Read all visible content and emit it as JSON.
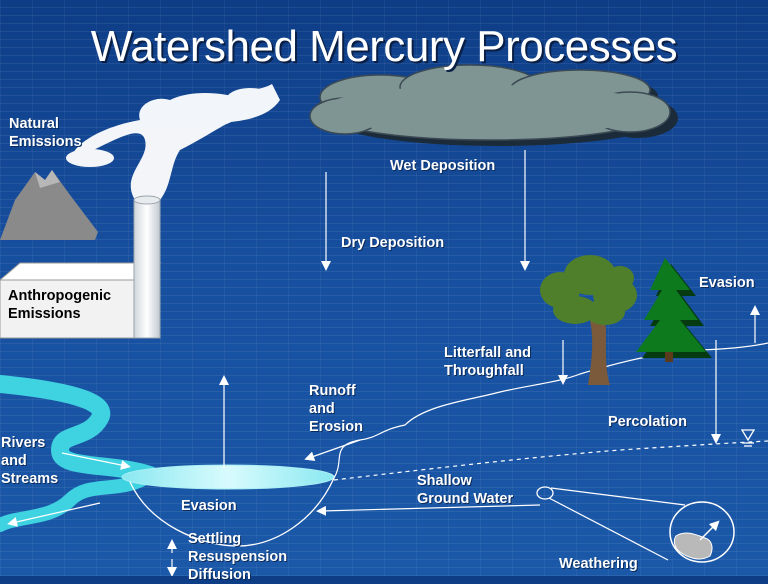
{
  "title": "Watershed Mercury Processes",
  "labels": {
    "natural_emissions": [
      "Natural",
      "Emissions"
    ],
    "anthropogenic_emissions": [
      "Anthropogenic",
      "Emissions"
    ],
    "wet_deposition": "Wet Deposition",
    "dry_deposition": "Dry Deposition",
    "evasion_land": "Evasion",
    "litterfall": [
      "Litterfall and",
      "Throughfall"
    ],
    "runoff": [
      "Runoff",
      "and",
      "Erosion"
    ],
    "percolation": "Percolation",
    "rivers": [
      "Rivers",
      "and",
      "Streams"
    ],
    "evasion_lake": "Evasion",
    "shallow_ground_water": [
      "Shallow",
      "Ground Water"
    ],
    "settling": [
      "Settling",
      "Resuspension",
      "Diffusion"
    ],
    "weathering": "Weathering"
  },
  "colors": {
    "background": "#174f9f",
    "river": "#3fd2e0",
    "cloud": "#7f9593",
    "tree_foliage": "#4f7f2a",
    "tree_trunk": "#7a5a3a",
    "evergreen": "#0d7a1e",
    "mountain": "#8a8a8a",
    "building": "#f0f0f0",
    "text": "#ffffff"
  },
  "icons": [
    "cloud-icon",
    "volcano-icon",
    "smokestack-icon",
    "deciduous-tree-icon",
    "evergreen-tree-icon",
    "water-table-icon",
    "rock-icon"
  ]
}
